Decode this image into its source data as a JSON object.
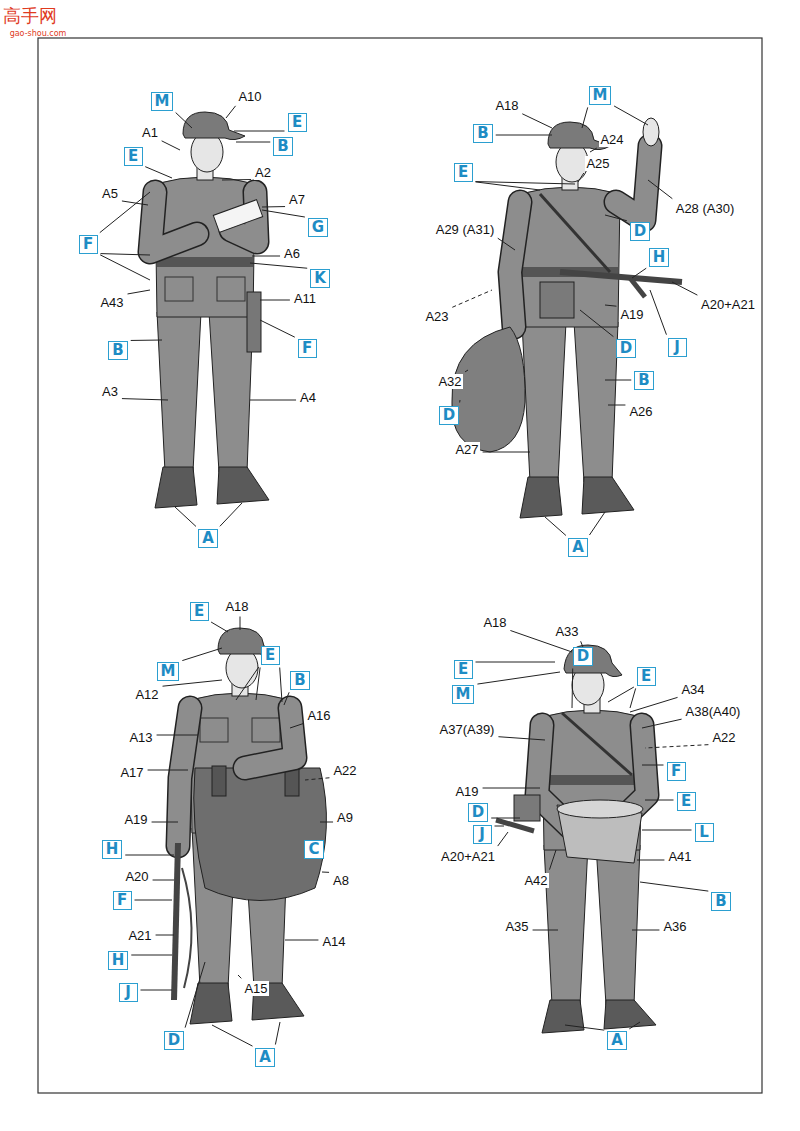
{
  "diagram": {
    "nodes": [
      {
        "text": [
          "M"
        ]
      },
      {
        "text": [
          "E"
        ]
      },
      {
        "text": [
          "B"
        ]
      },
      {
        "text": [
          "E"
        ]
      },
      {
        "text": [
          "F"
        ]
      },
      {
        "text": [
          "G"
        ]
      },
      {
        "text": [
          "K"
        ]
      },
      {
        "text": [
          "B"
        ]
      },
      {
        "text": [
          "F"
        ]
      },
      {
        "text": [
          "A"
        ]
      },
      {
        "text": [
          "M"
        ]
      },
      {
        "text": [
          "B"
        ]
      },
      {
        "text": [
          "E"
        ]
      },
      {
        "text": [
          "D"
        ]
      },
      {
        "text": [
          "H"
        ]
      },
      {
        "text": [
          "D"
        ]
      },
      {
        "text": [
          "J"
        ]
      },
      {
        "text": [
          "B"
        ]
      },
      {
        "text": [
          "D"
        ]
      },
      {
        "text": [
          "A"
        ]
      },
      {
        "text": [
          "E"
        ]
      },
      {
        "text": [
          "E"
        ]
      },
      {
        "text": [
          "M"
        ]
      },
      {
        "text": [
          "B"
        ]
      },
      {
        "text": [
          "C"
        ]
      },
      {
        "text": [
          "H"
        ]
      },
      {
        "text": [
          "F"
        ]
      },
      {
        "text": [
          "H"
        ]
      },
      {
        "text": [
          "J"
        ]
      },
      {
        "text": [
          "D"
        ]
      },
      {
        "text": [
          "A"
        ]
      },
      {
        "text": [
          "D"
        ]
      },
      {
        "text": [
          "E"
        ]
      },
      {
        "text": [
          "E"
        ]
      },
      {
        "text": [
          "M"
        ]
      },
      {
        "text": [
          "F"
        ]
      },
      {
        "text": [
          "E"
        ]
      },
      {
        "text": [
          "D"
        ]
      },
      {
        "text": [
          "J"
        ]
      },
      {
        "text": [
          "L"
        ]
      },
      {
        "text": [
          "B"
        ]
      },
      {
        "text": [
          "A"
        ]
      }
    ],
    "labels": [
      "高手网",
      "gao-shou.com",
      "A10",
      "A1",
      "A2",
      "A5",
      "A7",
      "A6",
      "A43",
      "A11",
      "A3",
      "A4",
      "A18",
      "A24",
      "A25",
      "A28 (A30)",
      "A29 (A31)",
      "A20+A21",
      "A23",
      "A19",
      "A32",
      "A26",
      "A27",
      "A18",
      "A12",
      "A16",
      "A13",
      "A17",
      "A22",
      "A19",
      "A9",
      "A8",
      "A20",
      "A14",
      "A21",
      "A15",
      "A18",
      "A33",
      "A34",
      "A38(A40)",
      "A37(A39)",
      "A22",
      "A19",
      "A20+A21",
      "A41",
      "A42",
      "A35",
      "A36"
    ]
  }
}
